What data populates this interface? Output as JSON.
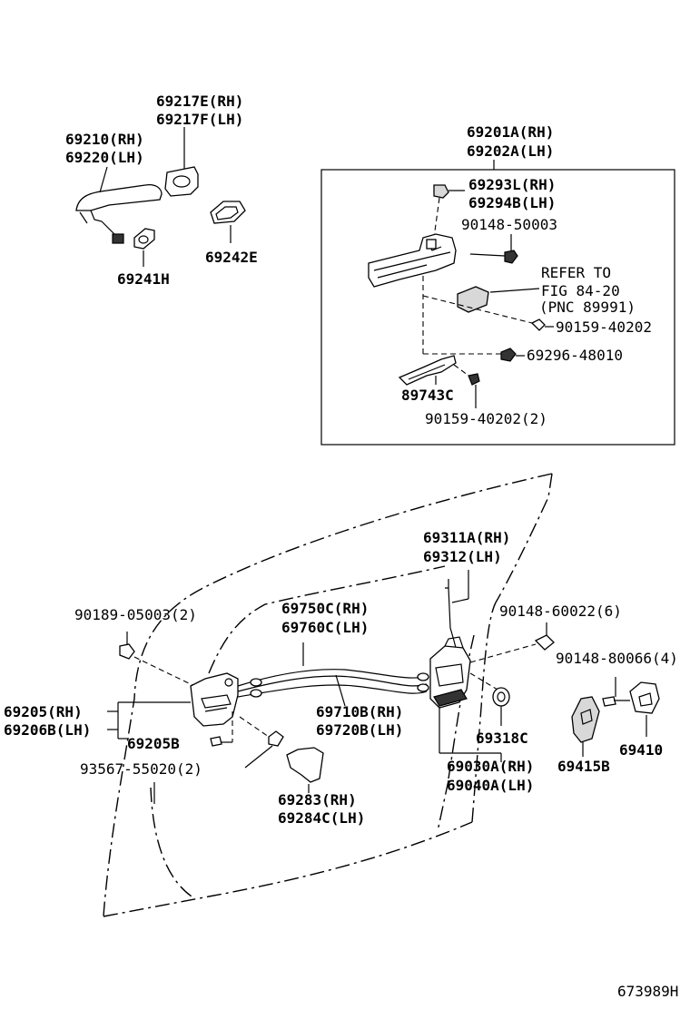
{
  "labels": {
    "p69217E": "69217E(RH)",
    "p69217F": "69217F(LH)",
    "p69210": "69210(RH)",
    "p69220": "69220(LH)",
    "p69241H": "69241H",
    "p69242E": "69242E",
    "p69201A": "69201A(RH)",
    "p69202A": "69202A(LH)",
    "p69293L": "69293L(RH)",
    "p69294B": "69294B(LH)",
    "p90148_50003": "90148-50003",
    "refer_to": "REFER TO",
    "fig": "FIG 84-20",
    "pnc": "(PNC 89991)",
    "p90159_40202": "90159-40202",
    "p69296": "69296-48010",
    "p89743C": "89743C",
    "p90159_40202_2": "90159-40202(2)",
    "p69311A": "69311A(RH)",
    "p69312": "69312(LH)",
    "p90189": "90189-05003(2)",
    "p69750C": "69750C(RH)",
    "p69760C": "69760C(LH)",
    "p90148_60022": "90148-60022(6)",
    "p90148_80066": "90148-80066(4)",
    "p69205": "69205(RH)",
    "p69206B": "69206B(LH)",
    "p69710B": "69710B(RH)",
    "p69720B": "69720B(LH)",
    "p69205B": "69205B",
    "p69318C": "69318C",
    "p69410": "69410",
    "p93567": "93567-55020(2)",
    "p69030A": "69030A(RH)",
    "p69415B": "69415B",
    "p69040A": "69040A(LH)",
    "p69283": "69283(RH)",
    "p69284C": "69284C(LH)",
    "diagram_code": "673989H"
  }
}
